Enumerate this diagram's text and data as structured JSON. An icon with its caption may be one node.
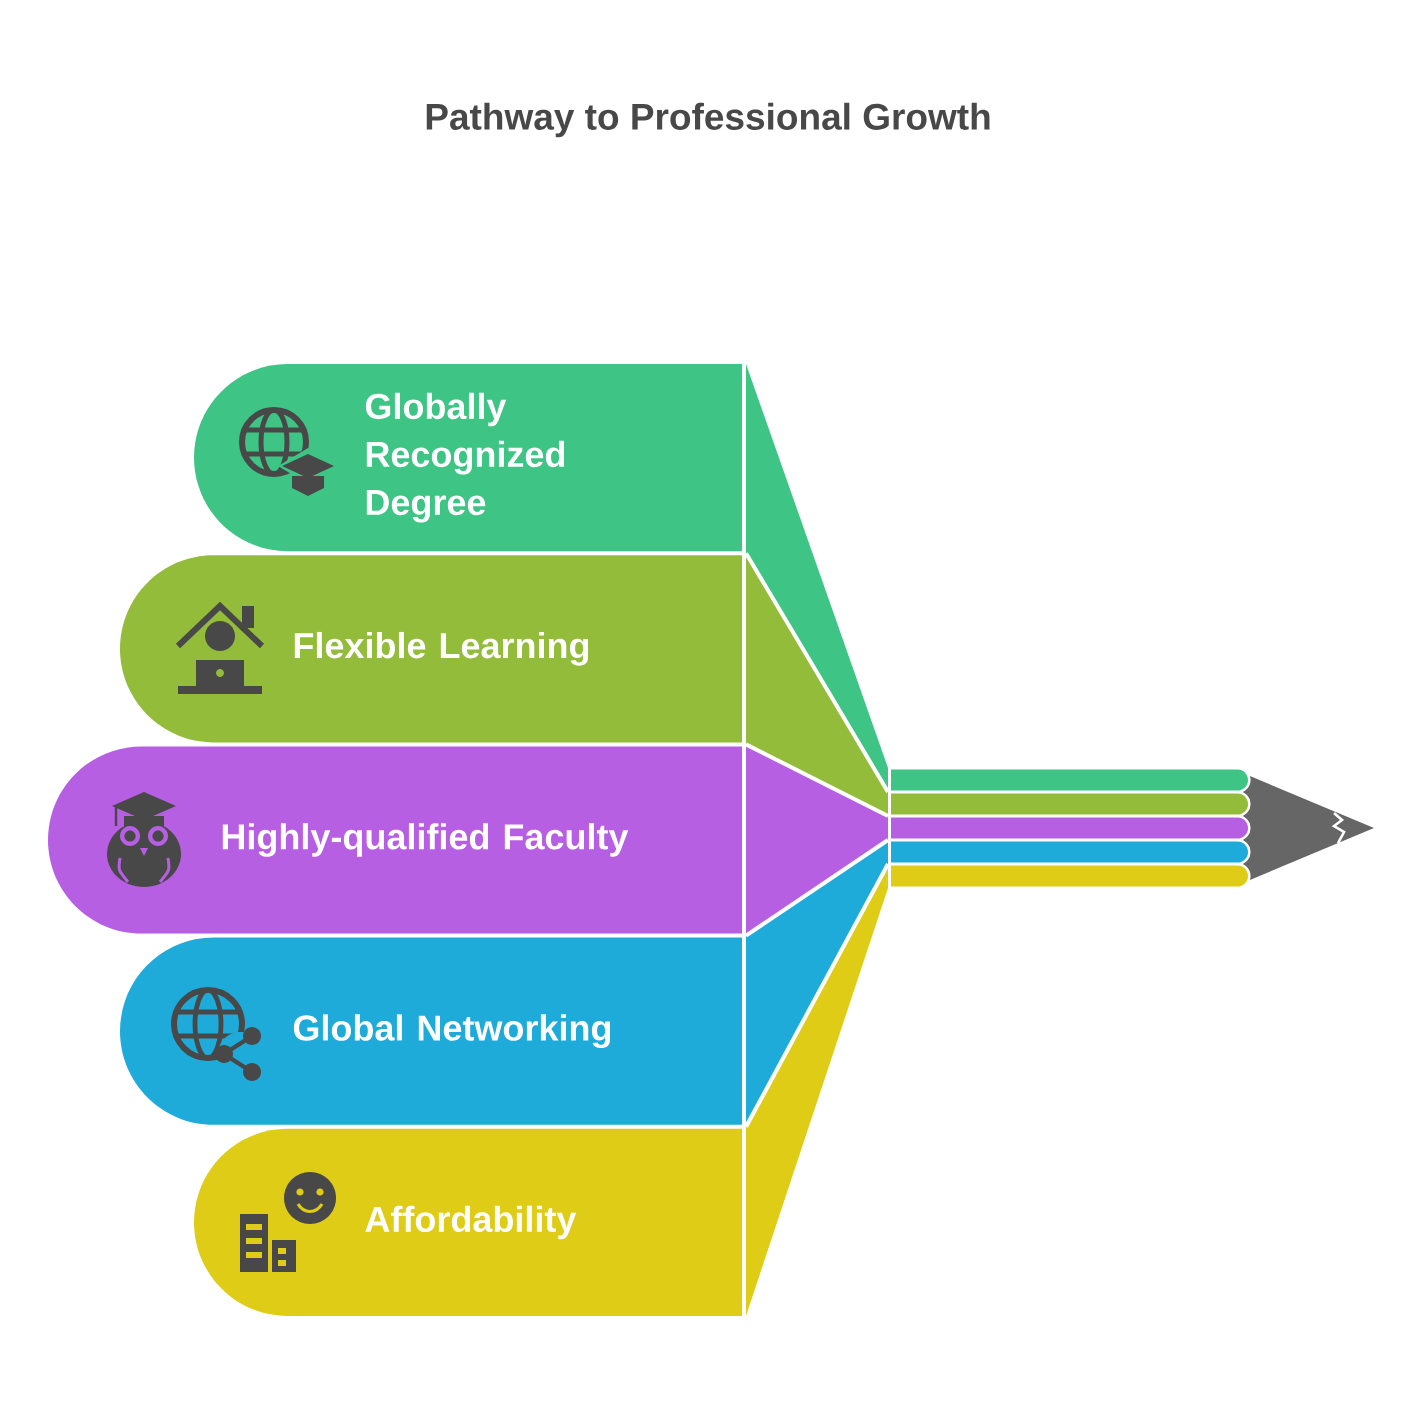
{
  "diagram": {
    "title": "Pathway to Professional Growth",
    "nodes": [
      {
        "text": [
          "Globally Recognized Degree"
        ]
      },
      {
        "text": [
          "Flexible Learning"
        ]
      },
      {
        "text": [
          "Highly-qualified Faculty"
        ]
      },
      {
        "text": [
          "Global Networking"
        ]
      },
      {
        "text": [
          "Affordability"
        ]
      }
    ]
  }
}
